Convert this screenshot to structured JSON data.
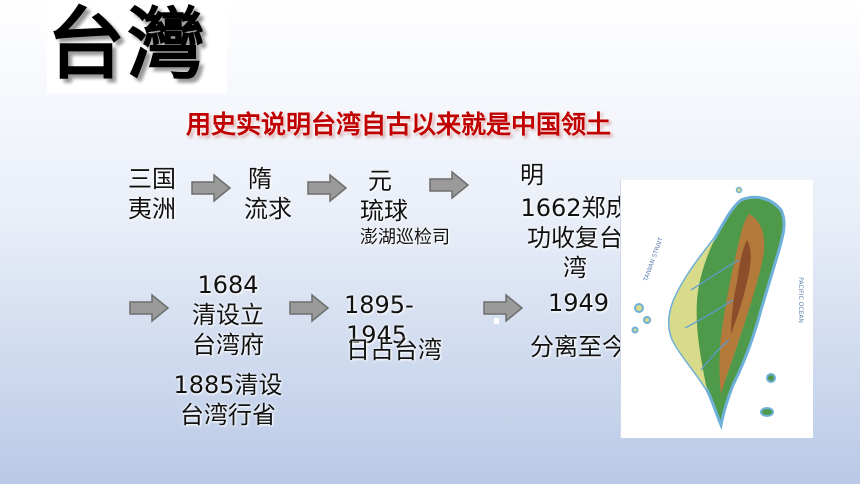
{
  "title": "台灣",
  "subtitle": "用史实说明台湾自古以来就是中国领土",
  "timeline": {
    "row1": [
      {
        "line1": "三国",
        "line2": "夷洲"
      },
      {
        "line1": "隋",
        "line2": "流求"
      },
      {
        "line1": "元",
        "line2": "琉球",
        "note": "澎湖巡检司"
      },
      {
        "line1": "明",
        "line2": "1662郑成",
        "line3": "功收复台",
        "line4": "湾"
      }
    ],
    "row2": [
      {
        "line1": "1684",
        "line2": "清设立",
        "line3": "台湾府",
        "line4": "1885清设",
        "line5": "台湾行省"
      },
      {
        "line1": "1895-",
        "line2": "1945",
        "line3": "日占台湾"
      },
      {
        "line1": "1949",
        "line2": "分离至今"
      }
    ]
  },
  "map": {
    "ocean_label": "PACIFIC OCEAN",
    "strait_label": "TAIWAN STRAIT"
  },
  "colors": {
    "subtitle": "#c00000",
    "arrow_fill": "#9a9a9a",
    "arrow_stroke": "#6e6e6e"
  }
}
